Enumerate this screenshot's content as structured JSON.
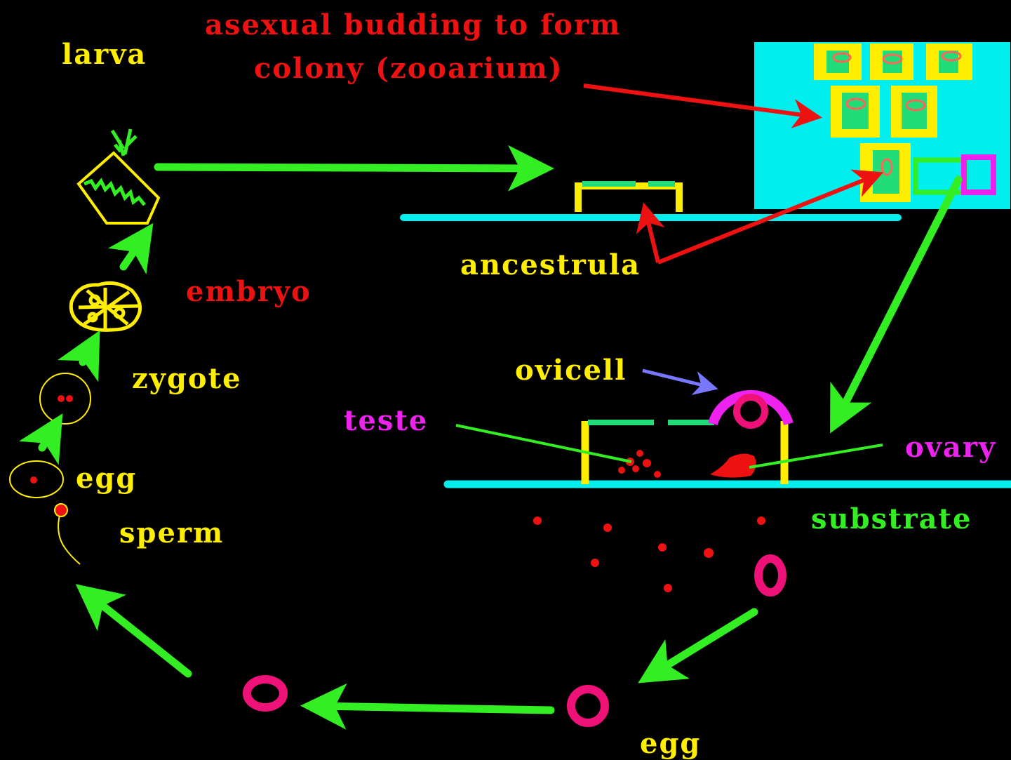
{
  "colors": {
    "background": "#000000",
    "cycle_arrow": "#33ee22",
    "label_yellow": "#ffee00",
    "label_red": "#ee1111",
    "label_magenta": "#ee22ee",
    "label_green": "#33ee22",
    "colony_bg": "#00eeee",
    "zooid_border": "#ffee00",
    "zooid_fill": "#22dd77",
    "egg_pink": "#ee1177",
    "pointer_blue": "#7777ff"
  },
  "labels": {
    "larva": "larva",
    "budding_line1": "asexual budding to form",
    "budding_line2": "colony (zooarium)",
    "embryo": "embryo",
    "zygote": "zygote",
    "egg_left": "egg",
    "sperm": "sperm",
    "ancestrula": "ancestrula",
    "ovicell": "ovicell",
    "teste": "teste",
    "ovary": "ovary",
    "substrate": "substrate",
    "egg_bottom": "egg"
  }
}
